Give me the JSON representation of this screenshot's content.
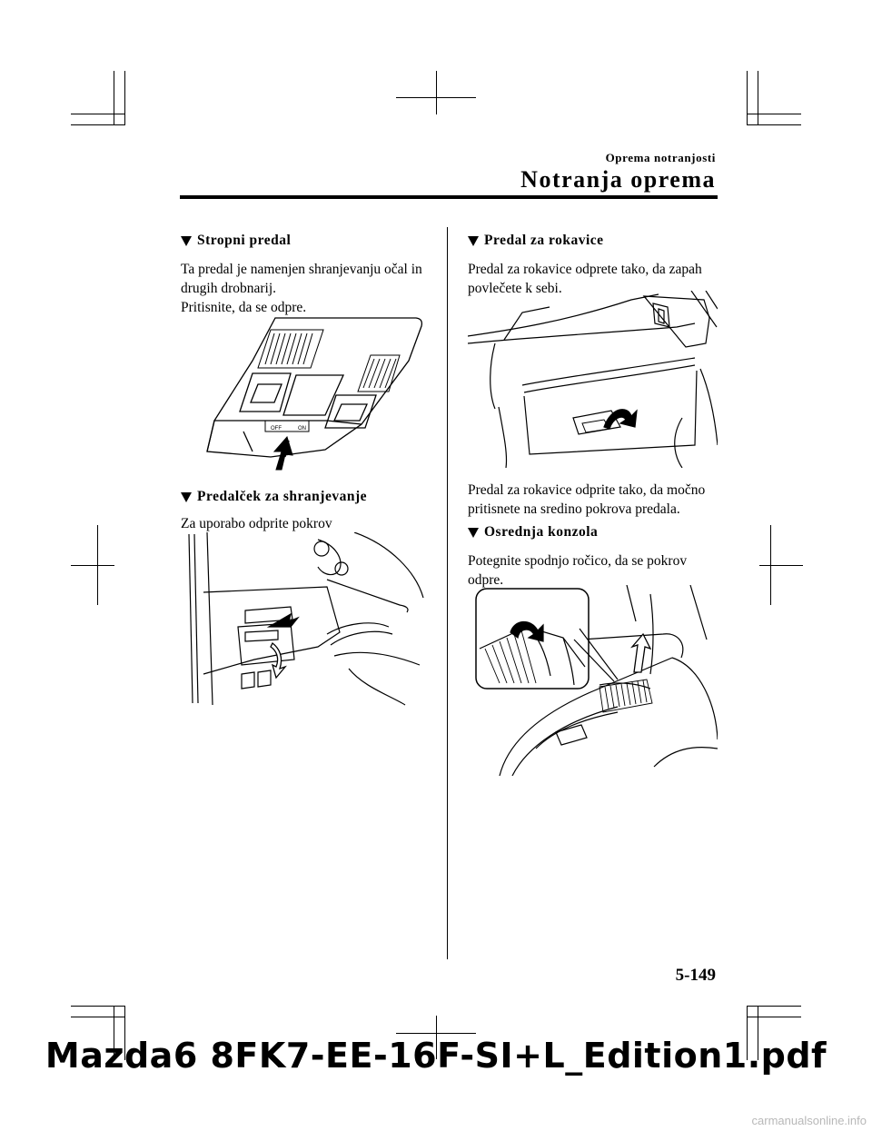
{
  "header": {
    "subtitle": "Oprema notranjosti",
    "title": "Notranja oprema"
  },
  "left_column": {
    "section1": {
      "title": "Stropni predal",
      "text": "Ta predal je namenjen shranjevanju očal in drugih drobnarij.",
      "text2": "Pritisnite, da se odpre."
    },
    "illustration1": {
      "switch_off": "OFF",
      "switch_on": "ON"
    },
    "section2": {
      "title": "Predalček za shranjevanje",
      "text": "Za uporabo odprite pokrov"
    }
  },
  "right_column": {
    "section1": {
      "title": "Predal za rokavice",
      "text": "Predal za rokavice odprete tako, da zapah povlečete k sebi.",
      "text2": "Predal za rokavice odprite tako, da močno pritisnete na sredino pokrova predala."
    },
    "section2": {
      "title": "Osrednja konzola",
      "text": "Potegnite spodnjo ročico, da se pokrov odpre."
    }
  },
  "page_number": "5-149",
  "footer": {
    "filename": "Mazda6 8FK7-EE-16F-SI+L_Edition1.pdf",
    "watermark": "carmanualsonline.info"
  },
  "icons": [
    "section-triangle-icon",
    "arrow-icon"
  ]
}
